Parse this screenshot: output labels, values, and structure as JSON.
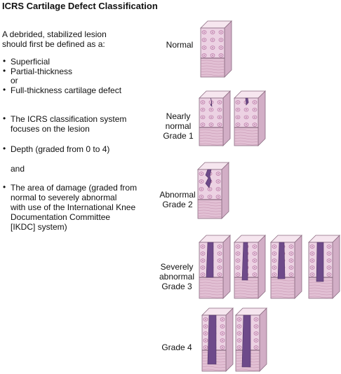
{
  "title": "ICRS Cartilage Defect Classification",
  "intro": {
    "line1": "A debrided, stabilized lesion",
    "line2": "should first be defined as a:"
  },
  "lesion_types": [
    "Superficial",
    "Partial-thickness",
    "or",
    "Full-thickness cartilage defect"
  ],
  "system": {
    "line1": "The ICRS classification system",
    "line2": "focuses on the lesion"
  },
  "depth": "Depth (graded from 0 to 4)",
  "and": "and",
  "area": {
    "line1": "The area of damage (graded from",
    "line2": "normal to severely abnormal",
    "line3": "with use of the International Knee",
    "line4": "Documentation Committee",
    "line5": "[IKDC] system)"
  },
  "grades": {
    "normal": "Normal",
    "g1": {
      "line1": "Nearly",
      "line2": "normal",
      "line3": "Grade 1"
    },
    "g2": {
      "line1": "Abnormal",
      "line2": "Grade 2"
    },
    "g3": {
      "line1": "Severely",
      "line2": "abnormal",
      "line3": "Grade 3"
    },
    "g4": "Grade 4"
  },
  "colors": {
    "cartilage_face": "#ecd2e3",
    "cartilage_side": "#d2aec6",
    "top_face": "#f6e6ef",
    "bone": "#e2c0d4",
    "bone_line": "#c493b0",
    "chondrocyte": "#b56fa0",
    "defect": "#6e4a8a",
    "outline": "#8a6a80"
  }
}
